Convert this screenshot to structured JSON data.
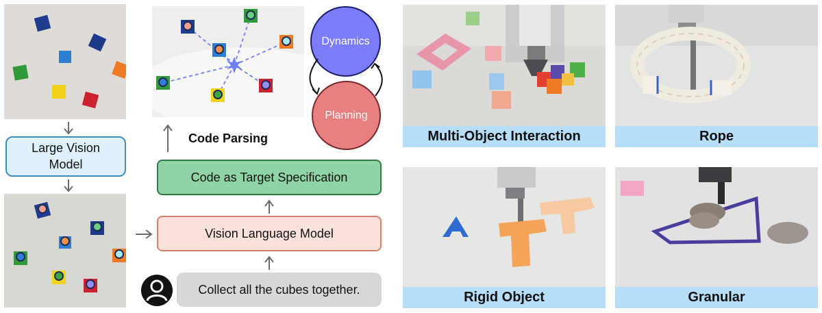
{
  "pipeline": {
    "large_vision_model": "Large Vision Model",
    "code_parsing": "Code Parsing",
    "code_as_target": "Code as Target Specification",
    "vlm": "Vision Language Model",
    "instruction": "Collect all the cubes together."
  },
  "cycle": {
    "dynamics": "Dynamics",
    "planning": "Planning"
  },
  "tasks": {
    "multi_object": "Multi-Object Interaction",
    "rope": "Rope",
    "rigid": "Rigid Object",
    "granular": "Granular"
  },
  "colors": {
    "lvm_fill": "#dff1fb",
    "lvm_border": "#3d8fc0",
    "code_fill": "#8fd4a4",
    "code_border": "#2f7a45",
    "vlm_fill": "#fbe1dc",
    "vlm_border": "#d9806c",
    "dynamics_fill": "#7b7cf7",
    "planning_fill": "#e87f80",
    "caption_bg": "#b6def8",
    "arrow": "#6b6b6b"
  }
}
